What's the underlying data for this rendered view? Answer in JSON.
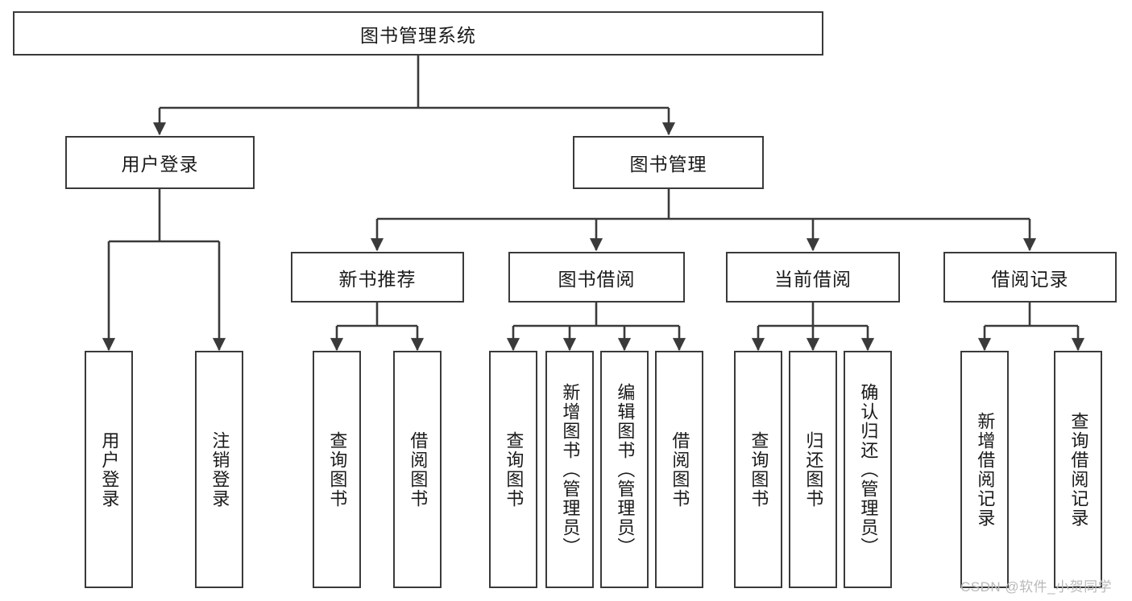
{
  "diagram": {
    "title": "图书管理系统",
    "type": "tree-hierarchy",
    "root": {
      "label": "图书管理系统"
    },
    "level2": [
      {
        "label": "用户登录"
      },
      {
        "label": "图书管理"
      }
    ],
    "level3": [
      {
        "label": "新书推荐"
      },
      {
        "label": "图书借阅"
      },
      {
        "label": "当前借阅"
      },
      {
        "label": "借阅记录"
      }
    ],
    "leaves": {
      "user_login": [
        {
          "label": "用户登录"
        },
        {
          "label": "注销登录"
        }
      ],
      "new_book_recommend": [
        {
          "label": "查询图书"
        },
        {
          "label": "借阅图书"
        }
      ],
      "book_borrow": [
        {
          "label": "查询图书"
        },
        {
          "label": "新增图书（管理员）"
        },
        {
          "label": "编辑图书（管理员）"
        },
        {
          "label": "借阅图书"
        }
      ],
      "current_borrow": [
        {
          "label": "查询图书"
        },
        {
          "label": "归还图书"
        },
        {
          "label": "确认归还（管理员）"
        }
      ],
      "borrow_record": [
        {
          "label": "新增借阅记录"
        },
        {
          "label": "查询借阅记录"
        }
      ]
    }
  },
  "watermark": {
    "text": "CSDN @软件_小贺同学"
  },
  "colors": {
    "box_border": "#3a3a3a",
    "box_fill": "#ffffff",
    "line": "#3a3a3a",
    "text": "#1a1a1a",
    "watermark": "#b9b9b9"
  }
}
